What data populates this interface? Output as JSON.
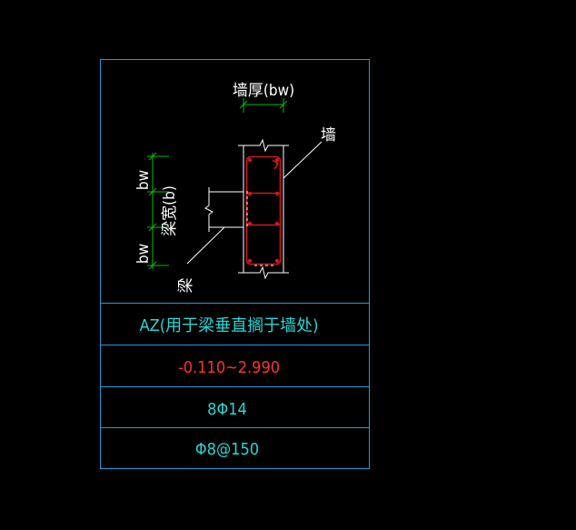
{
  "colors": {
    "background": "#000000",
    "frame": "#1e9bd7",
    "drawing": "#ffffff",
    "dimension": "#00c000",
    "rebar": "#d01818",
    "label_cyan": "#27d6d6",
    "label_red": "#ff3030"
  },
  "drawing": {
    "wall_thickness_label": "墙厚(bw)",
    "wall_label": "墙",
    "beam_label": "梁",
    "beam_width_label": "梁宽(b)",
    "bw_top_label": "bw",
    "bw_bottom_label": "bw"
  },
  "table": {
    "rows": [
      {
        "text": "AZ(用于梁垂直搁于墙处)",
        "color_key": "label_cyan"
      },
      {
        "text": "-0.110~2.990",
        "color_key": "label_red"
      },
      {
        "text": "8Φ14",
        "color_key": "label_cyan"
      },
      {
        "text": "Φ8@150",
        "color_key": "label_cyan"
      }
    ]
  }
}
